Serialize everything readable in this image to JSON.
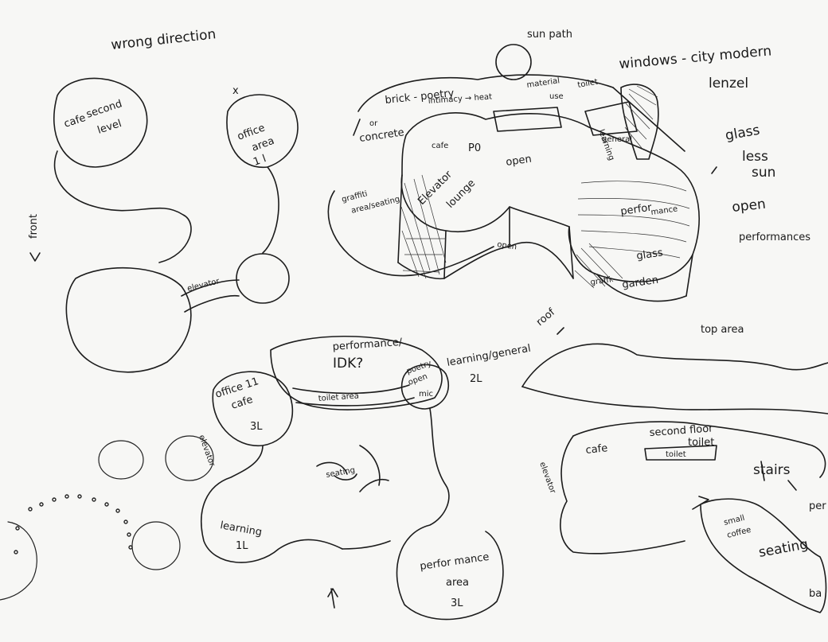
{
  "top_labels": {
    "wrong_direction": "wrong direction",
    "sun_path": "sun path",
    "windows": "windows - city modern",
    "lenzel": "lenzel",
    "front": "front",
    "x_mark": "x",
    "roof": "roof",
    "top_area": "top area"
  },
  "sketch1": {
    "cafe": "cafe",
    "second": "second",
    "level": "level",
    "office": "office",
    "area": "area",
    "office_level": "1 l",
    "elevator": "elevator"
  },
  "sketch2": {
    "brick_poetry": "brick - poetry",
    "intimacy_heat": "intimacy → heat",
    "or": "or",
    "concrete": "concrete",
    "material_use": "material",
    "use": "use",
    "toilet": "toilet",
    "cafe": "cafe",
    "p0": "P0",
    "open": "open",
    "learning": "learning",
    "general": "general",
    "graffiti": "graffiti",
    "area_seating": "area/seating",
    "elevator": "Elevator",
    "lounge": "lounge",
    "open2": "open",
    "perfor": "perfor",
    "mance": "mance",
    "glass": "glass",
    "graffi": "graffi",
    "garden": "garden",
    "glass_note": "glass",
    "less": "less",
    "sun": "sun",
    "open_note": "open",
    "performances": "performances"
  },
  "sketch3": {
    "performance": "performance/",
    "idk": "IDK?",
    "toilet_area": "toilet area",
    "office": "office 11",
    "cafe": "cafe",
    "office_level": "3L",
    "poetry": "poetry",
    "open": "open",
    "mic": "mic",
    "learning_general": "learning/general",
    "lg_level": "2L",
    "elevator": "elevator",
    "seating": "seating",
    "learning": "learning",
    "learning_level": "1L",
    "performance_area": "perfor mance",
    "area": "area",
    "pa_level": "3L"
  },
  "sketch4": {
    "cafe": "cafe",
    "second_floor_toilet": "second floor",
    "toilet": "toilet",
    "toilet_inner": "toilet",
    "elevator": "elevator",
    "stairs": "stairs",
    "small_coffee": "small",
    "coffee": "coffee",
    "seating": "seating",
    "per": "per",
    "ba": "ba"
  }
}
